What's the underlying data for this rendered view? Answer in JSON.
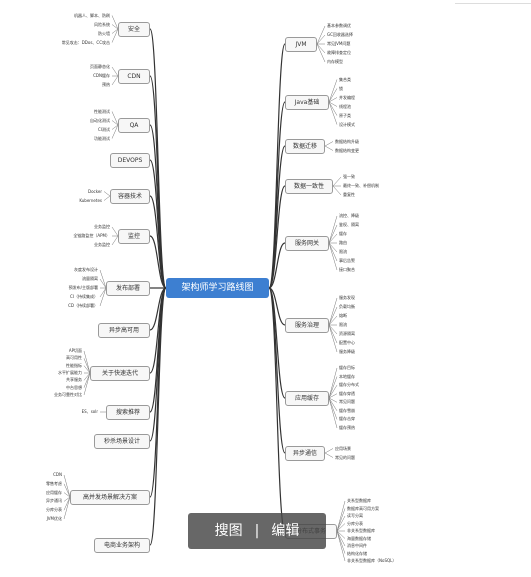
{
  "center_title": "架构师学习路线图",
  "overlay": {
    "search_label": "搜图",
    "divider": "|",
    "edit_label": "编辑"
  },
  "left_branches": [
    {
      "label": "安全",
      "leaves": [
        "机器人、脚本、防刷",
        "风险系统",
        "防火墙",
        "常见攻击：DDos、CC攻击"
      ]
    },
    {
      "label": "CDN",
      "leaves": [
        "页面静态化",
        "CDN缓存",
        "预热"
      ]
    },
    {
      "label": "QA",
      "leaves": [
        "性能测试",
        "自动化测试",
        "CI测试",
        "功能测试"
      ]
    },
    {
      "label": "DEVOPS",
      "leaves": []
    },
    {
      "label": "容器技术",
      "leaves": [
        "Docker",
        "Kubernetes"
      ]
    },
    {
      "label": "监控",
      "leaves": [
        "业务监控",
        "全链路监控（APM）",
        "业务监控"
      ]
    },
    {
      "label": "发布部署",
      "leaves": [
        "灰度发布设计",
        "流量隔离",
        "预发布/主版部署",
        "CI（持续集成）",
        "CD（持续部署）"
      ]
    },
    {
      "label": "异步高可用",
      "leaves": []
    },
    {
      "label": "关于快速迭代",
      "leaves": [
        "AP切面",
        "高可用性",
        "性能指标",
        "水平扩展能力",
        "共享服务",
        "中台思想",
        "业务可靠性对比"
      ]
    },
    {
      "label": "搜索推荐",
      "leaves": [
        "ES、solr"
      ]
    },
    {
      "label": "秒杀场景设计",
      "leaves": []
    },
    {
      "label": "高并发场景解决方案",
      "leaves": [
        "CDN",
        "零售考虑",
        "应用缓存",
        "异步通讯",
        "分库分表",
        "JVM优化"
      ]
    },
    {
      "label": "电商业务架构",
      "leaves": []
    }
  ],
  "right_branches": [
    {
      "label": "JVM",
      "leaves": [
        "基本参数调优",
        "GC回收器选择",
        "常见JVM问题",
        "故障排查定位",
        "内存模型"
      ]
    },
    {
      "label": "Java基础",
      "leaves": [
        "集合类",
        "锁",
        "并发编程",
        "线程池",
        "原子类",
        "设计模式"
      ]
    },
    {
      "label": "数据迁移",
      "leaves": [
        "数据结构升级",
        "数据结构变更"
      ]
    },
    {
      "label": "数据一致性",
      "leaves": [
        "强一致",
        "最终一致、补偿机制",
        "重复性"
      ]
    },
    {
      "label": "服务网关",
      "leaves": [
        "流控、降级",
        "鉴权、隔离",
        "缓存",
        "路由",
        "限流",
        "事后告警",
        "接口聚合"
      ]
    },
    {
      "label": "服务治理",
      "leaves": [
        "服务发现",
        "负载均衡",
        "熔断",
        "限流",
        "资源隔离",
        "配置中心",
        "服务降级"
      ]
    },
    {
      "label": "应用缓存",
      "leaves": [
        "缓存目标",
        "本地缓存",
        "缓存分布式",
        "缓存穿透",
        "常见问题",
        "缓存雪崩",
        "缓存击穿",
        "缓存预热"
      ]
    },
    {
      "label": "异步通信",
      "leaves": [
        "应用场景",
        "常见的问题"
      ]
    },
    {
      "label": "分布式事务",
      "leaves": [
        "关系型数据库",
        "数据库高可用方案",
        "读写分离",
        "分库分表",
        "非关系型数据库",
        "海量数据存储",
        "消息中间件",
        "结构化存储",
        "非关系型数据库（NoSQL）"
      ]
    }
  ]
}
